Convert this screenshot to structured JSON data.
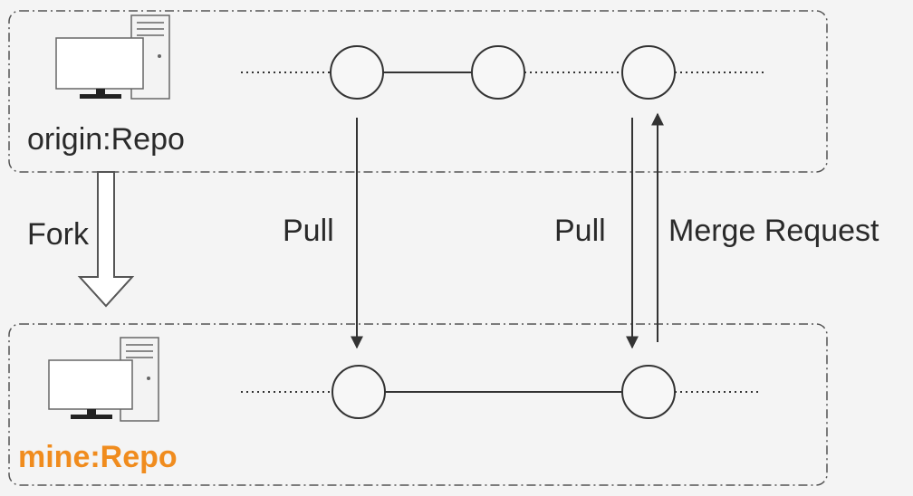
{
  "origin_repo": {
    "label": "origin:Repo",
    "icon": "computer-icon"
  },
  "mine_repo": {
    "label": "mine:Repo",
    "label_color": "#f08c1e",
    "icon": "computer-icon"
  },
  "fork": {
    "label": "Fork",
    "icon": "hollow-down-arrow-icon"
  },
  "pull_first": {
    "label": "Pull"
  },
  "pull_second": {
    "label": "Pull"
  },
  "merge_request": {
    "label": "Merge Request"
  },
  "colors": {
    "line": "#333333",
    "dash_border": "#555555",
    "background": "#f4f4f4",
    "accent": "#f08c1e"
  }
}
